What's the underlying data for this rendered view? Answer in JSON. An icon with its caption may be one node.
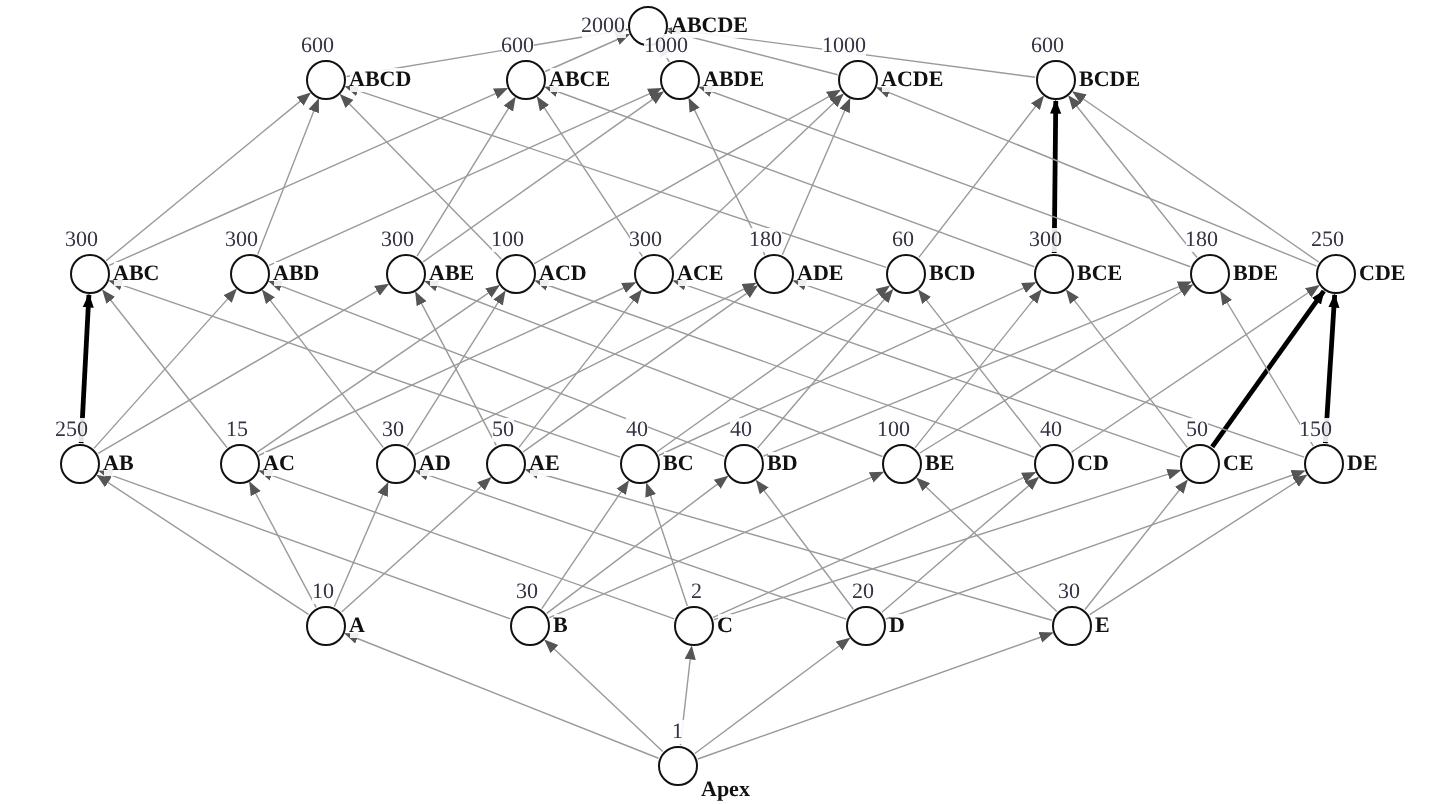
{
  "diagram": {
    "nodes": [
      {
        "text": [
          "ABCDE"
        ],
        "beside": [
          "2000"
        ]
      },
      {
        "text": [
          "ABCD"
        ],
        "beside": [
          "600"
        ]
      },
      {
        "text": [
          "ABCE"
        ],
        "beside": [
          "600"
        ]
      },
      {
        "text": [
          "ABDE"
        ],
        "beside": [
          "1000"
        ]
      },
      {
        "text": [
          "ACDE"
        ],
        "beside": [
          "1000"
        ]
      },
      {
        "text": [
          "BCDE"
        ],
        "beside": [
          "600"
        ]
      },
      {
        "text": [
          "ABC"
        ],
        "beside": [
          "300"
        ]
      },
      {
        "text": [
          "ABD"
        ],
        "beside": [
          "300"
        ]
      },
      {
        "text": [
          "ABE"
        ],
        "beside": [
          "300"
        ]
      },
      {
        "text": [
          "ACD"
        ],
        "beside": [
          "100"
        ]
      },
      {
        "text": [
          "ACE"
        ],
        "beside": [
          "300"
        ]
      },
      {
        "text": [
          "ADE"
        ],
        "beside": [
          "180"
        ]
      },
      {
        "text": [
          "BCD"
        ],
        "beside": [
          "60"
        ]
      },
      {
        "text": [
          "BCE"
        ],
        "beside": [
          "300"
        ]
      },
      {
        "text": [
          "BDE"
        ],
        "beside": [
          "180"
        ]
      },
      {
        "text": [
          "CDE"
        ],
        "beside": [
          "250"
        ]
      },
      {
        "text": [
          "AB"
        ],
        "beside": [
          "250"
        ]
      },
      {
        "text": [
          "AC"
        ],
        "beside": [
          "15"
        ]
      },
      {
        "text": [
          "AD"
        ],
        "beside": [
          "30"
        ]
      },
      {
        "text": [
          "AE"
        ],
        "beside": [
          "50"
        ]
      },
      {
        "text": [
          "BC"
        ],
        "beside": [
          "40"
        ]
      },
      {
        "text": [
          "BD"
        ],
        "beside": [
          "40"
        ]
      },
      {
        "text": [
          "BE"
        ],
        "beside": [
          "100"
        ]
      },
      {
        "text": [
          "CD"
        ],
        "beside": [
          "40"
        ]
      },
      {
        "text": [
          "CE"
        ],
        "beside": [
          "50"
        ]
      },
      {
        "text": [
          "DE"
        ],
        "beside": [
          "150"
        ]
      },
      {
        "text": [
          "A"
        ],
        "beside": [
          "10"
        ]
      },
      {
        "text": [
          "B"
        ],
        "beside": [
          "30"
        ]
      },
      {
        "text": [
          "C"
        ],
        "beside": [
          "2"
        ]
      },
      {
        "text": [
          "D"
        ],
        "beside": [
          "20"
        ]
      },
      {
        "text": [
          "E"
        ],
        "beside": [
          "30"
        ]
      },
      {
        "text": [
          "Apex"
        ],
        "beside": [
          "1"
        ]
      }
    ],
    "edges": [
      {
        "from": 31,
        "to": 26,
        "arrow": "to"
      },
      {
        "from": 31,
        "to": 27,
        "arrow": "to"
      },
      {
        "from": 31,
        "to": 28,
        "arrow": "to"
      },
      {
        "from": 31,
        "to": 29,
        "arrow": "to"
      },
      {
        "from": 31,
        "to": 30,
        "arrow": "to"
      },
      {
        "from": 26,
        "to": 16,
        "arrow": "to"
      },
      {
        "from": 26,
        "to": 17,
        "arrow": "to"
      },
      {
        "from": 26,
        "to": 18,
        "arrow": "to"
      },
      {
        "from": 26,
        "to": 19,
        "arrow": "to"
      },
      {
        "from": 27,
        "to": 16,
        "arrow": "to"
      },
      {
        "from": 27,
        "to": 20,
        "arrow": "to"
      },
      {
        "from": 27,
        "to": 21,
        "arrow": "to"
      },
      {
        "from": 27,
        "to": 22,
        "arrow": "to"
      },
      {
        "from": 28,
        "to": 17,
        "arrow": "to"
      },
      {
        "from": 28,
        "to": 20,
        "arrow": "to"
      },
      {
        "from": 28,
        "to": 23,
        "arrow": "to"
      },
      {
        "from": 28,
        "to": 24,
        "arrow": "to"
      },
      {
        "from": 29,
        "to": 18,
        "arrow": "to"
      },
      {
        "from": 29,
        "to": 21,
        "arrow": "to"
      },
      {
        "from": 29,
        "to": 23,
        "arrow": "to"
      },
      {
        "from": 29,
        "to": 25,
        "arrow": "to"
      },
      {
        "from": 30,
        "to": 19,
        "arrow": "to"
      },
      {
        "from": 30,
        "to": 22,
        "arrow": "to"
      },
      {
        "from": 30,
        "to": 24,
        "arrow": "to"
      },
      {
        "from": 30,
        "to": 25,
        "arrow": "to"
      },
      {
        "from": 16,
        "to": 6,
        "arrow": "to",
        "style": "thick",
        "color": "#000000"
      },
      {
        "from": 16,
        "to": 7,
        "arrow": "to"
      },
      {
        "from": 16,
        "to": 8,
        "arrow": "to"
      },
      {
        "from": 17,
        "to": 6,
        "arrow": "to"
      },
      {
        "from": 17,
        "to": 9,
        "arrow": "to"
      },
      {
        "from": 17,
        "to": 10,
        "arrow": "to"
      },
      {
        "from": 18,
        "to": 7,
        "arrow": "to"
      },
      {
        "from": 18,
        "to": 9,
        "arrow": "to"
      },
      {
        "from": 18,
        "to": 11,
        "arrow": "to"
      },
      {
        "from": 19,
        "to": 8,
        "arrow": "to"
      },
      {
        "from": 19,
        "to": 10,
        "arrow": "to"
      },
      {
        "from": 19,
        "to": 11,
        "arrow": "to"
      },
      {
        "from": 20,
        "to": 6,
        "arrow": "to"
      },
      {
        "from": 20,
        "to": 12,
        "arrow": "to"
      },
      {
        "from": 20,
        "to": 13,
        "arrow": "to"
      },
      {
        "from": 21,
        "to": 7,
        "arrow": "to"
      },
      {
        "from": 21,
        "to": 12,
        "arrow": "to"
      },
      {
        "from": 21,
        "to": 14,
        "arrow": "to"
      },
      {
        "from": 22,
        "to": 8,
        "arrow": "to"
      },
      {
        "from": 22,
        "to": 13,
        "arrow": "to"
      },
      {
        "from": 22,
        "to": 14,
        "arrow": "to"
      },
      {
        "from": 23,
        "to": 9,
        "arrow": "to"
      },
      {
        "from": 23,
        "to": 12,
        "arrow": "to"
      },
      {
        "from": 23,
        "to": 15,
        "arrow": "to"
      },
      {
        "from": 24,
        "to": 10,
        "arrow": "to"
      },
      {
        "from": 24,
        "to": 13,
        "arrow": "to"
      },
      {
        "from": 24,
        "to": 15,
        "arrow": "to",
        "style": "thick",
        "color": "#000000"
      },
      {
        "from": 25,
        "to": 11,
        "arrow": "to"
      },
      {
        "from": 25,
        "to": 14,
        "arrow": "to"
      },
      {
        "from": 25,
        "to": 15,
        "arrow": "to",
        "style": "thick",
        "color": "#000000"
      },
      {
        "from": 6,
        "to": 1,
        "arrow": "to"
      },
      {
        "from": 6,
        "to": 2,
        "arrow": "to"
      },
      {
        "from": 7,
        "to": 1,
        "arrow": "to"
      },
      {
        "from": 7,
        "to": 3,
        "arrow": "to"
      },
      {
        "from": 8,
        "to": 2,
        "arrow": "to"
      },
      {
        "from": 8,
        "to": 3,
        "arrow": "to"
      },
      {
        "from": 9,
        "to": 1,
        "arrow": "to"
      },
      {
        "from": 9,
        "to": 4,
        "arrow": "to"
      },
      {
        "from": 10,
        "to": 2,
        "arrow": "to"
      },
      {
        "from": 10,
        "to": 4,
        "arrow": "to"
      },
      {
        "from": 11,
        "to": 3,
        "arrow": "to"
      },
      {
        "from": 11,
        "to": 4,
        "arrow": "to"
      },
      {
        "from": 12,
        "to": 1,
        "arrow": "to"
      },
      {
        "from": 12,
        "to": 5,
        "arrow": "to"
      },
      {
        "from": 13,
        "to": 2,
        "arrow": "to"
      },
      {
        "from": 13,
        "to": 5,
        "arrow": "to",
        "style": "thick",
        "color": "#000000"
      },
      {
        "from": 14,
        "to": 3,
        "arrow": "to"
      },
      {
        "from": 14,
        "to": 5,
        "arrow": "to"
      },
      {
        "from": 15,
        "to": 4,
        "arrow": "to"
      },
      {
        "from": 15,
        "to": 5,
        "arrow": "to"
      },
      {
        "from": 1,
        "to": 0,
        "arrow": "to"
      },
      {
        "from": 2,
        "to": 0,
        "arrow": "to"
      },
      {
        "from": 3,
        "to": 0,
        "arrow": "to"
      },
      {
        "from": 4,
        "to": 0,
        "arrow": "to"
      },
      {
        "from": 5,
        "to": 0,
        "arrow": "to"
      }
    ]
  }
}
